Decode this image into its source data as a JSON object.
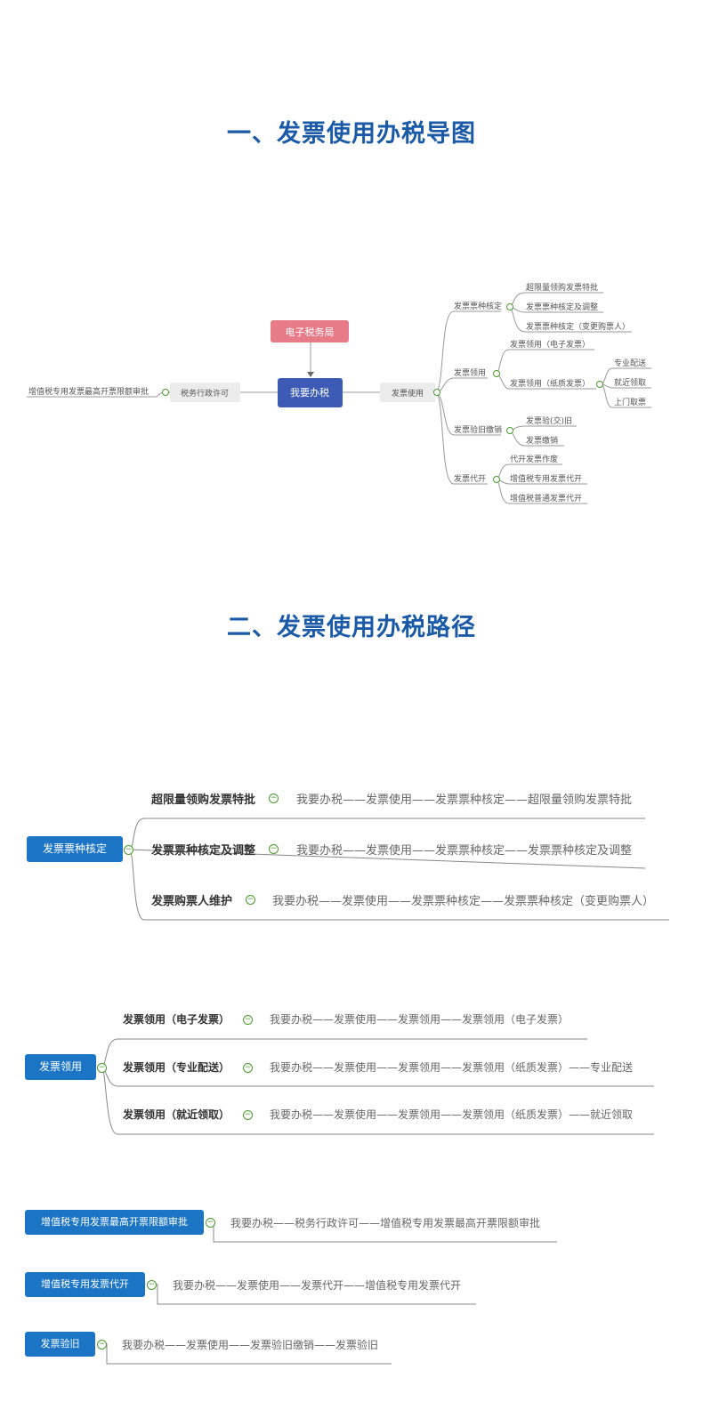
{
  "headings": {
    "mindmap_title": "一、发票使用办税导图",
    "paths_title": "二、发票使用办税路径"
  },
  "colors": {
    "title": "#1a5aa6",
    "root_node": "#3d5bb5",
    "etax_node": "#e77b88",
    "branch_box": "#ececec",
    "path_button": "#1b74c4",
    "collapse_marker": "#4a9a2a",
    "line": "#888888"
  },
  "mindmap": {
    "root": "我要办税",
    "top": "电子税务局",
    "left": {
      "branch": "税务行政许可",
      "child": "增值税专用发票最高开票限额审批"
    },
    "right": {
      "branch": "发票使用",
      "groups": [
        {
          "label": "发票票种核定",
          "children": [
            "超限量领购发票特批",
            "发票票种核定及调整",
            "发票票种核定（变更购票人）"
          ]
        },
        {
          "label": "发票领用",
          "children": [
            "发票领用（电子发票）",
            "发票领用（纸质发票）"
          ],
          "sub": {
            "parent": "发票领用（纸质发票）",
            "children": [
              "专业配送",
              "就近领取",
              "上门取票"
            ]
          }
        },
        {
          "label": "发票验旧缴销",
          "children": [
            "发票验(交)旧",
            "发票缴销"
          ]
        },
        {
          "label": "发票代开",
          "children": [
            "代开发票作废",
            "增值税专用发票代开",
            "增值税普通发票代开"
          ]
        }
      ]
    }
  },
  "paths": {
    "group1": {
      "button": "发票票种核定",
      "items": [
        {
          "label": "超限量领购发票特批",
          "path": "我要办税——发票使用——发票票种核定——超限量领购发票特批"
        },
        {
          "label": "发票票种核定及调整",
          "path": "我要办税——发票使用——发票票种核定——发票票种核定及调整"
        },
        {
          "label": "发票购票人维护",
          "path": "我要办税——发票使用——发票票种核定——发票票种核定（变更购票人）"
        }
      ]
    },
    "group2": {
      "button": "发票领用",
      "items": [
        {
          "label": "发票领用（电子发票）",
          "path": "我要办税——发票使用——发票领用——发票领用（电子发票）"
        },
        {
          "label": "发票领用（专业配送）",
          "path": "我要办税——发票使用——发票领用——发票领用（纸质发票）——专业配送"
        },
        {
          "label": "发票领用（就近领取）",
          "path": "我要办税——发票使用——发票领用——发票领用（纸质发票）——就近领取"
        }
      ]
    },
    "singles": [
      {
        "button": "增值税专用发票最高开票限额审批",
        "path": "我要办税——税务行政许可——增值税专用发票最高开票限额审批"
      },
      {
        "button": "增值税专用发票代开",
        "path": "我要办税——发票使用——发票代开——增值税专用发票代开"
      },
      {
        "button": "发票验旧",
        "path": "我要办税——发票使用——发票验旧缴销——发票验旧"
      }
    ]
  }
}
